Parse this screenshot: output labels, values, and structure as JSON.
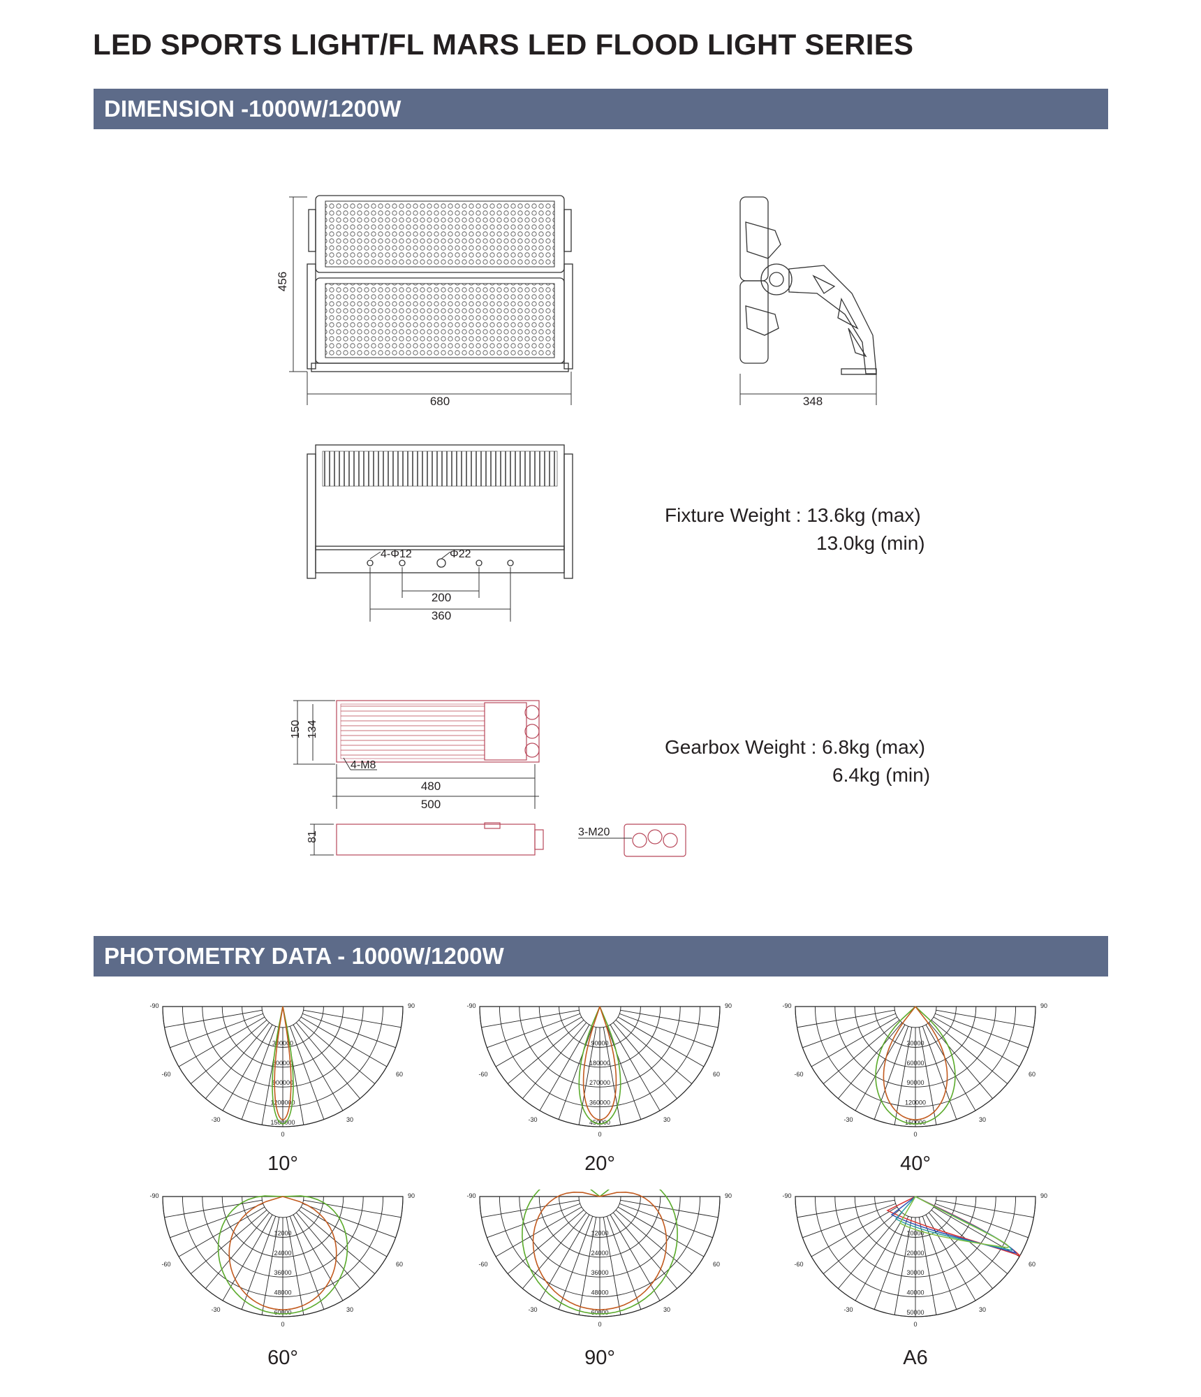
{
  "page_title": "LED SPORTS LIGHT/FL MARS LED FLOOD LIGHT SERIES",
  "sections": {
    "dimension": "DIMENSION -1000W/1200W",
    "photometry": "PHOTOMETRY DATA - 1000W/1200W"
  },
  "dimensions": {
    "front_height": "456",
    "front_width": "680",
    "side_depth": "348",
    "hole_label": "4-Φ12",
    "cable_label": "Φ22",
    "hole_spacing_inner": "200",
    "hole_spacing_outer": "360",
    "gearbox_height_outer": "150",
    "gearbox_height_inner": "134",
    "gearbox_mount": "4-M8",
    "gearbox_length_inner": "480",
    "gearbox_length_outer": "500",
    "gearbox_thickness": "81",
    "gland_label": "3-M20"
  },
  "fixture_weight": {
    "label": "Fixture Weight :",
    "max": "13.6kg (max)",
    "min": "13.0kg (min)"
  },
  "gearbox_weight": {
    "label": "Gearbox Weight :",
    "max": "6.8kg (max)",
    "min": "6.4kg (min)"
  },
  "polar_angle_labels": {
    "top_left": "-90",
    "top_right": "90",
    "mid_left": "-60",
    "mid_right": "60",
    "low_left": "-30",
    "low_right": "30",
    "bottom": "0"
  },
  "photometry": [
    {
      "caption": "10°",
      "rings": [
        "300000",
        "600000",
        "900000",
        "1200000",
        "1500000"
      ],
      "beam": 3,
      "colors": [
        "#5aaa2a",
        "#c25a1e"
      ]
    },
    {
      "caption": "20°",
      "rings": [
        "90000",
        "180000",
        "270000",
        "360000",
        "450000"
      ],
      "beam": 6,
      "colors": [
        "#5aaa2a",
        "#c25a1e"
      ]
    },
    {
      "caption": "40°",
      "rings": [
        "30000",
        "60000",
        "90000",
        "120000",
        "150000"
      ],
      "beam": 12,
      "colors": [
        "#5aaa2a",
        "#c25a1e"
      ]
    },
    {
      "caption": "60°",
      "rings": [
        "12000",
        "24000",
        "36000",
        "48000",
        "60000"
      ],
      "beam": 22,
      "colors": [
        "#5aaa2a",
        "#c25a1e"
      ]
    },
    {
      "caption": "90°",
      "rings": [
        "12000",
        "24000",
        "36000",
        "48000",
        "60000"
      ],
      "beam": 30,
      "colors": [
        "#5aaa2a",
        "#c25a1e"
      ]
    },
    {
      "caption": "A6",
      "rings": [
        "10000",
        "20000",
        "30000",
        "40000",
        "50000"
      ],
      "beam": 0,
      "colors": [
        "#d93030",
        "#2f4fb5",
        "#2aa0a0",
        "#7fbf3f"
      ]
    }
  ]
}
